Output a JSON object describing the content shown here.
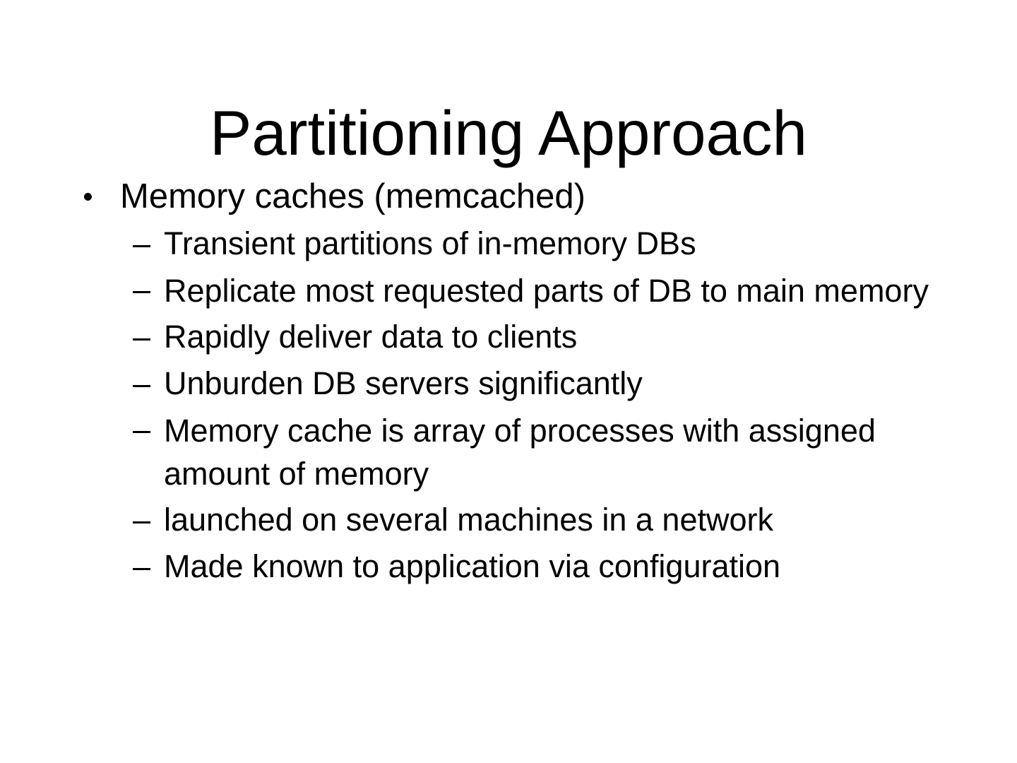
{
  "slide": {
    "title": "Partitioning Approach",
    "background_color": "#ffffff",
    "text_color": "#000000",
    "bullets": [
      {
        "level": 1,
        "marker": "dot",
        "text": "Memory caches (memcached)"
      },
      {
        "level": 2,
        "marker": "–",
        "text": "Transient partitions of in-memory DBs"
      },
      {
        "level": 2,
        "marker": "–",
        "text": "Replicate most requested parts of DB to main memory"
      },
      {
        "level": 2,
        "marker": "–",
        "text": "Rapidly deliver data to clients"
      },
      {
        "level": 2,
        "marker": "–",
        "text": "Unburden DB servers significantly"
      },
      {
        "level": 2,
        "marker": "–",
        "text": "Memory cache is array of processes with assigned amount of memory"
      },
      {
        "level": 2,
        "marker": "–",
        "text": "launched on several machines in a network"
      },
      {
        "level": 2,
        "marker": "–",
        "text": "Made known to application via configuration"
      }
    ]
  }
}
